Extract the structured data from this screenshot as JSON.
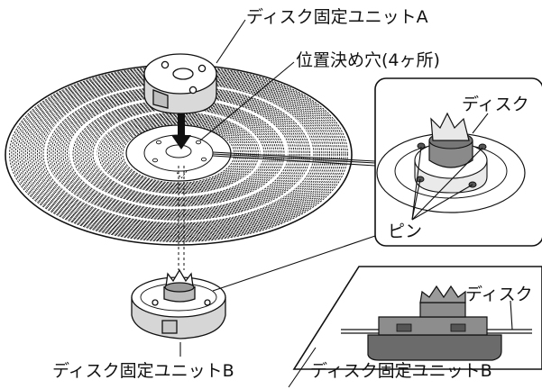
{
  "labels": {
    "unit_a": "ディスク固定ユニットA",
    "holes": "位置決め穴(4ヶ所)",
    "disk_top": "ディスク",
    "pin": "ピン",
    "disk_side": "ディスク",
    "unit_b_left": "ディスク固定ユニットB",
    "unit_b_right": "ディスク固定ユニットB"
  },
  "colors": {
    "ink": "#111111",
    "hub_gray": "#8a8a8a",
    "part_light": "#e6e6e6"
  }
}
